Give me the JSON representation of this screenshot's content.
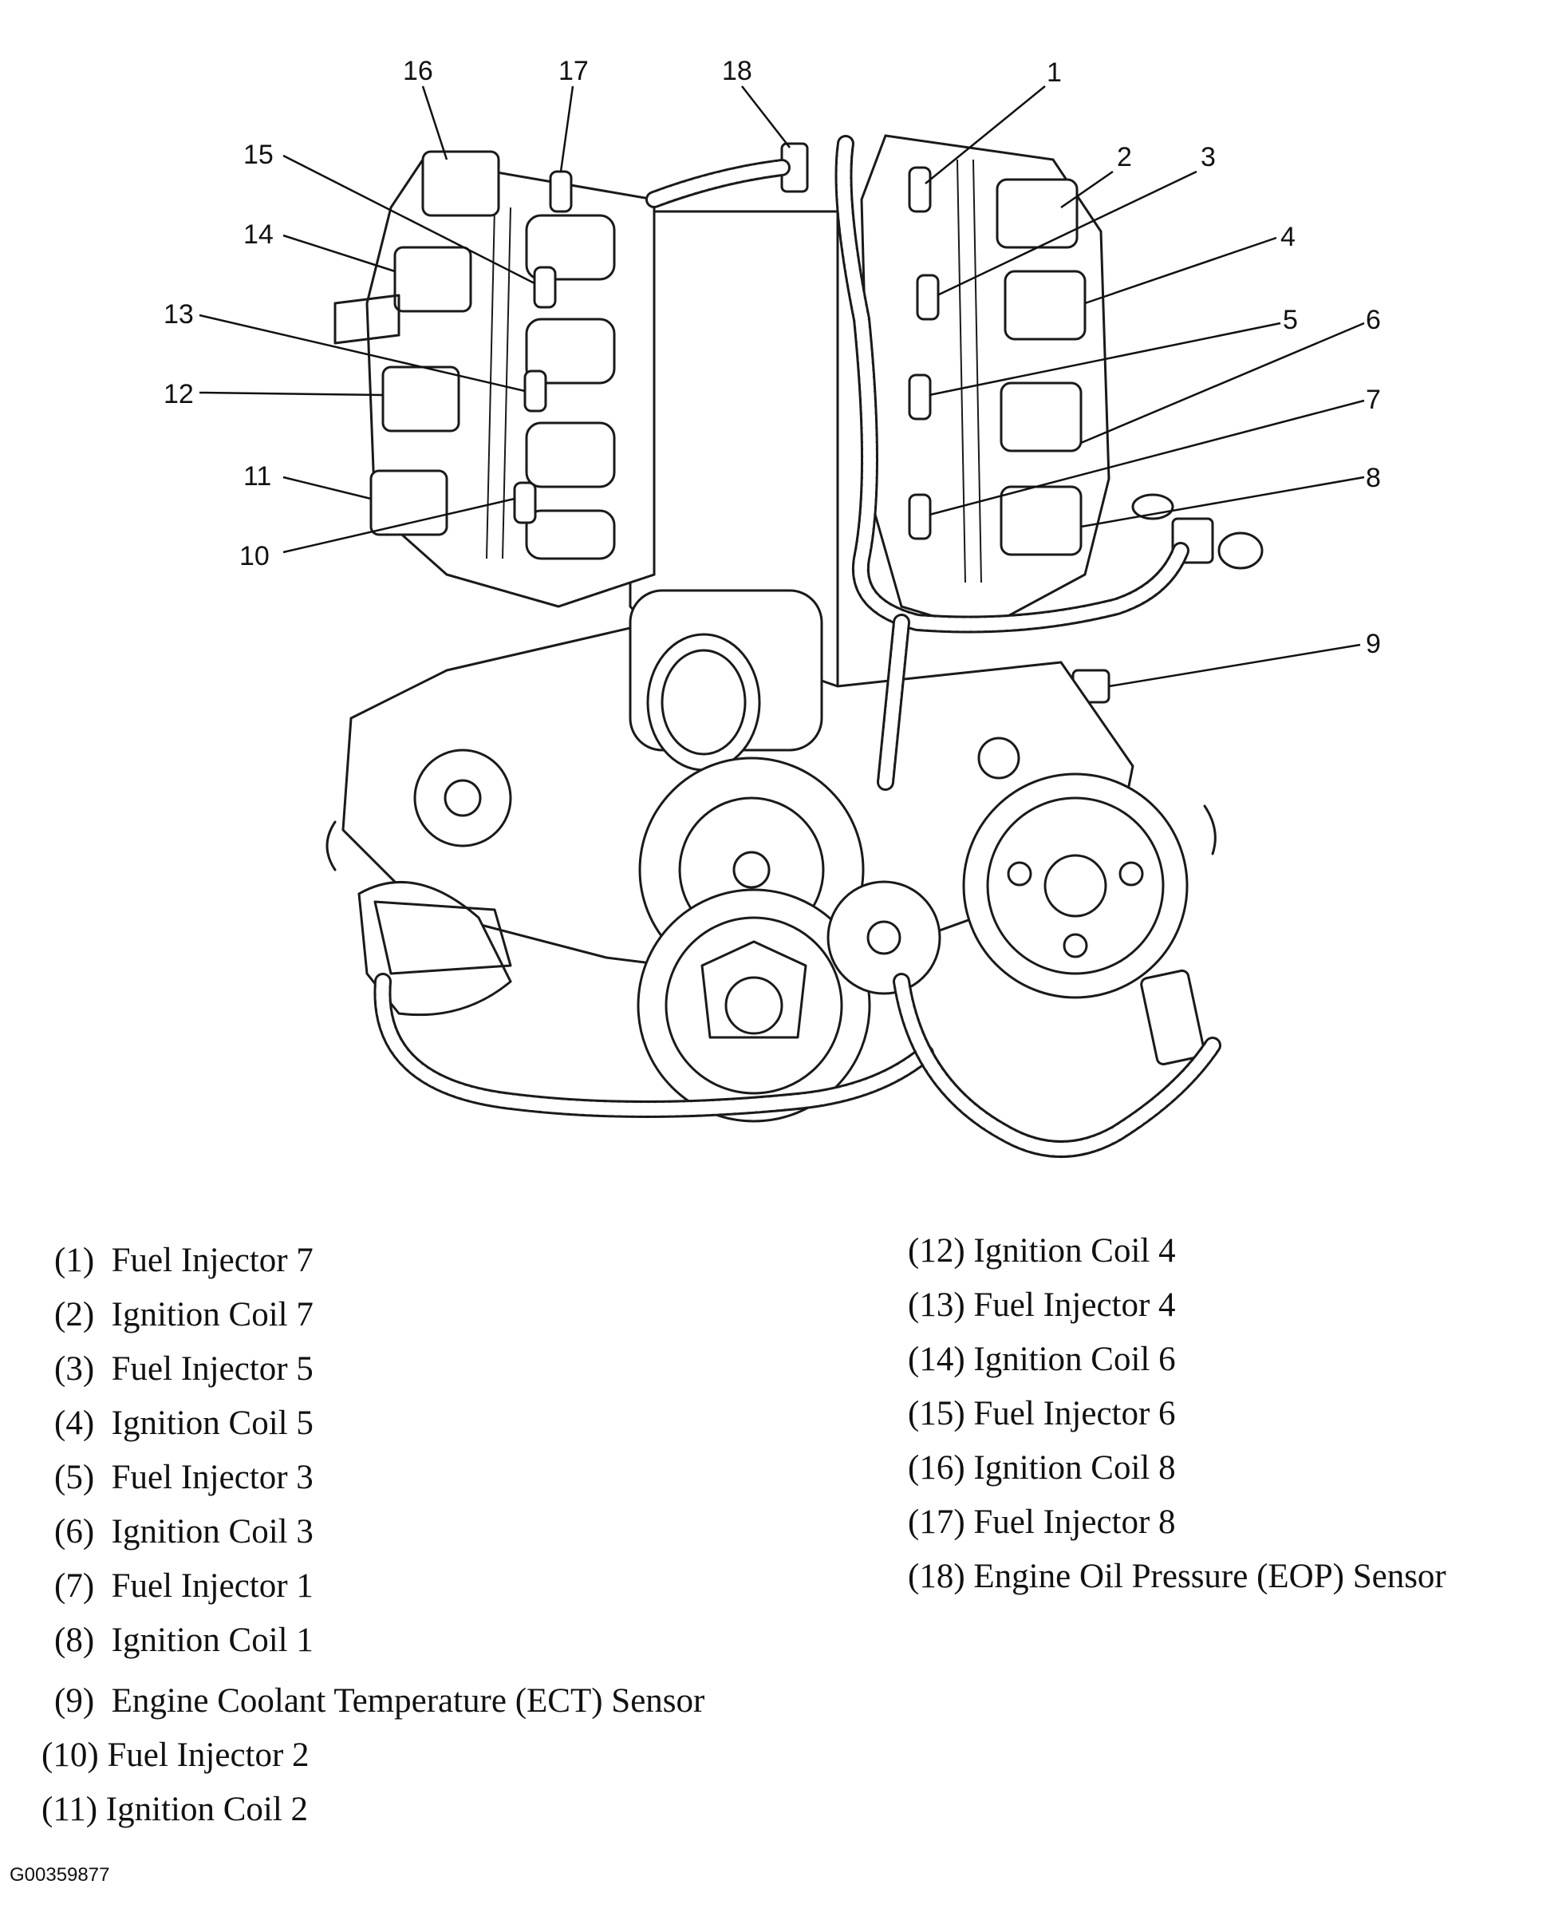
{
  "diagram": {
    "callouts": [
      {
        "num": "1",
        "target": "fuel-injector-7"
      },
      {
        "num": "2",
        "target": "ignition-coil-7"
      },
      {
        "num": "3",
        "target": "fuel-injector-5"
      },
      {
        "num": "4",
        "target": "ignition-coil-5"
      },
      {
        "num": "5",
        "target": "fuel-injector-3"
      },
      {
        "num": "6",
        "target": "ignition-coil-3"
      },
      {
        "num": "7",
        "target": "fuel-injector-1"
      },
      {
        "num": "8",
        "target": "ignition-coil-1"
      },
      {
        "num": "9",
        "target": "ect-sensor"
      },
      {
        "num": "10",
        "target": "fuel-injector-2"
      },
      {
        "num": "11",
        "target": "ignition-coil-2"
      },
      {
        "num": "12",
        "target": "ignition-coil-4"
      },
      {
        "num": "13",
        "target": "fuel-injector-4"
      },
      {
        "num": "14",
        "target": "ignition-coil-6"
      },
      {
        "num": "15",
        "target": "fuel-injector-6"
      },
      {
        "num": "16",
        "target": "ignition-coil-8"
      },
      {
        "num": "17",
        "target": "fuel-injector-8"
      },
      {
        "num": "18",
        "target": "eop-sensor"
      }
    ]
  },
  "legend": {
    "left": [
      {
        "num": "(1)",
        "name": "Fuel Injector 7"
      },
      {
        "num": "(2)",
        "name": "Ignition Coil 7"
      },
      {
        "num": "(3)",
        "name": "Fuel Injector 5"
      },
      {
        "num": "(4)",
        "name": "Ignition Coil 5"
      },
      {
        "num": "(5)",
        "name": "Fuel Injector 3"
      },
      {
        "num": "(6)",
        "name": "Ignition Coil 3"
      },
      {
        "num": "(7)",
        "name": "Fuel Injector 1"
      },
      {
        "num": "(8)",
        "name": "Ignition Coil 1"
      },
      {
        "num": "(9)",
        "name": "Engine Coolant Temperature (ECT) Sensor"
      },
      {
        "num": "(10)",
        "name": "Fuel Injector 2"
      },
      {
        "num": "(11)",
        "name": "Ignition Coil 2"
      }
    ],
    "right": [
      {
        "num": "(12)",
        "name": "Ignition Coil 4"
      },
      {
        "num": "(13)",
        "name": "Fuel Injector 4"
      },
      {
        "num": "(14)",
        "name": "Ignition Coil 6"
      },
      {
        "num": "(15)",
        "name": "Fuel Injector 6"
      },
      {
        "num": "(16)",
        "name": "Ignition Coil 8"
      },
      {
        "num": "(17)",
        "name": "Fuel Injector 8"
      },
      {
        "num": "(18)",
        "name": "Engine Oil Pressure (EOP) Sensor"
      }
    ]
  },
  "figure_id": "G00359877"
}
